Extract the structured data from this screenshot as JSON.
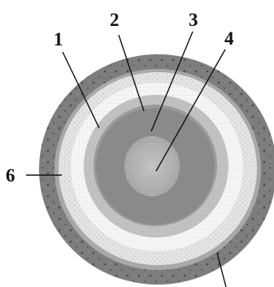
{
  "diagram": {
    "labels": {
      "l1": "1",
      "l2": "2",
      "l3": "3",
      "l4": "4",
      "l6": "6"
    },
    "colors": {
      "outer_ring": "#7d7d7d",
      "outer_ring_dots": "#4a4a4a",
      "light_band": "#d9d9d9",
      "white_band": "#f1f1f1",
      "mid_band": "#bdbdbd",
      "inner_disk": "#8a8a8a",
      "core_spot": "#bcbcbc",
      "lines": "#111111"
    }
  }
}
